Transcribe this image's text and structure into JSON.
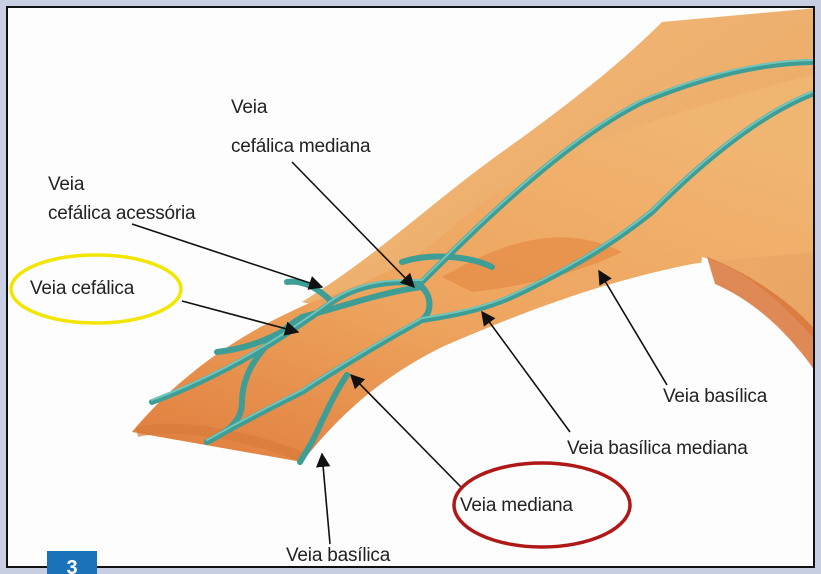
{
  "figure_number": "3",
  "labels": {
    "veia_cefalica_mediana_line1": "Veia",
    "veia_cefalica_mediana_line2": "cefálica mediana",
    "veia_cefalica_acessoria_line1": "Veia",
    "veia_cefalica_acessoria_line2": "cefálica acessória",
    "veia_cefalica": "Veia cefálica",
    "veia_basilica_right": "Veia basílica",
    "veia_basilica_mediana": "Veia basílica mediana",
    "veia_mediana": "Veia mediana",
    "veia_basilica_bottom": "Veia basílica"
  },
  "highlights": {
    "veia_cefalica_circle_color": "#f2e600",
    "veia_mediana_circle_color": "#b01818"
  },
  "colors": {
    "skin": "#e8974e",
    "skin_light": "#f3bf78",
    "vein": "#4fb0a4"
  }
}
